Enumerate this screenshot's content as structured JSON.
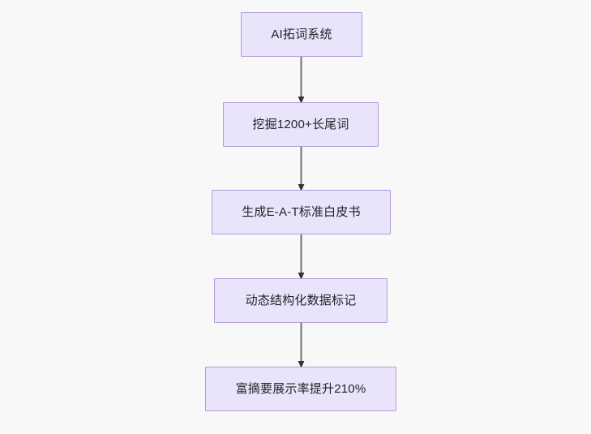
{
  "diagram": {
    "type": "flowchart",
    "direction": "top-to-bottom",
    "background_color": "#f8f8f8",
    "node_fill_color": "#e9e4f9",
    "node_border_color": "#b49bdc",
    "node_text_color": "#1f2328",
    "edge_color": "#707070",
    "arrowhead_color": "#333333",
    "nodes": [
      {
        "id": "n1",
        "label": "AI拓词系统"
      },
      {
        "id": "n2",
        "label": "挖掘1200+长尾词"
      },
      {
        "id": "n3",
        "label": "生成E-A-T标准白皮书"
      },
      {
        "id": "n4",
        "label": "动态结构化数据标记"
      },
      {
        "id": "n5",
        "label": "富摘要展示率提升210%"
      }
    ],
    "edges": [
      {
        "from": "n1",
        "to": "n2",
        "label": ""
      },
      {
        "from": "n2",
        "to": "n3",
        "label": ""
      },
      {
        "from": "n3",
        "to": "n4",
        "label": ""
      },
      {
        "from": "n4",
        "to": "n5",
        "label": ""
      }
    ]
  }
}
